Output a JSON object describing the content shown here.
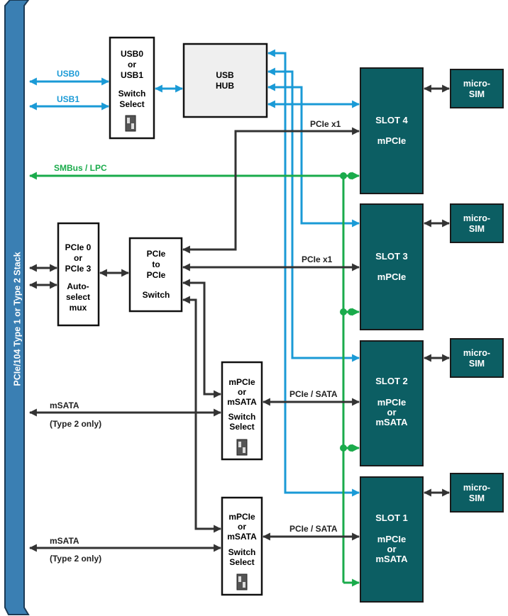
{
  "bus": {
    "label": "PCIe/104 Type 1 or Type 2 Stack"
  },
  "usb_select": {
    "lines": [
      "USB0",
      "or",
      "USB1",
      "Switch",
      "Select"
    ]
  },
  "usb_hub": {
    "lines": [
      "USB",
      "HUB"
    ]
  },
  "pcie_mux": {
    "lines": [
      "PCIe 0",
      "or",
      "PCIe 3",
      "Auto-",
      "select",
      "mux"
    ]
  },
  "pcie_switch": {
    "lines": [
      "PCIe",
      "to",
      "PCIe",
      "Switch"
    ]
  },
  "sata_sel_a": {
    "lines": [
      "mPCIe",
      "or",
      "mSATA",
      "Switch",
      "Select"
    ]
  },
  "sata_sel_b": {
    "lines": [
      "mPCIe",
      "or",
      "mSATA",
      "Switch",
      "Select"
    ]
  },
  "slots": [
    {
      "title": "SLOT 4",
      "lines": [
        "mPCIe"
      ]
    },
    {
      "title": "SLOT 3",
      "lines": [
        "mPCIe"
      ]
    },
    {
      "title": "SLOT 2",
      "lines": [
        "mPCIe",
        "or",
        "mSATA"
      ]
    },
    {
      "title": "SLOT 1",
      "lines": [
        "mPCIe",
        "or",
        "mSATA"
      ]
    }
  ],
  "sims": [
    {
      "lines": [
        "micro-",
        "SIM"
      ]
    },
    {
      "lines": [
        "micro-",
        "SIM"
      ]
    },
    {
      "lines": [
        "micro-",
        "SIM"
      ]
    },
    {
      "lines": [
        "micro-",
        "SIM"
      ]
    }
  ],
  "labels": {
    "usb0": "USB0",
    "usb1": "USB1",
    "smbus": "SMBus / LPC",
    "pcie_x1_top": "PCIe x1",
    "pcie_x1_mid": "PCIe x1",
    "msata_a": "mSATA",
    "type2_a": "(Type 2 only)",
    "msata_b": "mSATA",
    "type2_b": "(Type 2 only)",
    "pcie_sata_a": "PCIe / SATA",
    "pcie_sata_b": "PCIe / SATA"
  },
  "colors": {
    "usb": "#1a9ad6",
    "smbus": "#1aab4b",
    "pcie": "#333333",
    "slot_fill": "#0c5e63",
    "bus_fill": "#3a7fb3"
  }
}
